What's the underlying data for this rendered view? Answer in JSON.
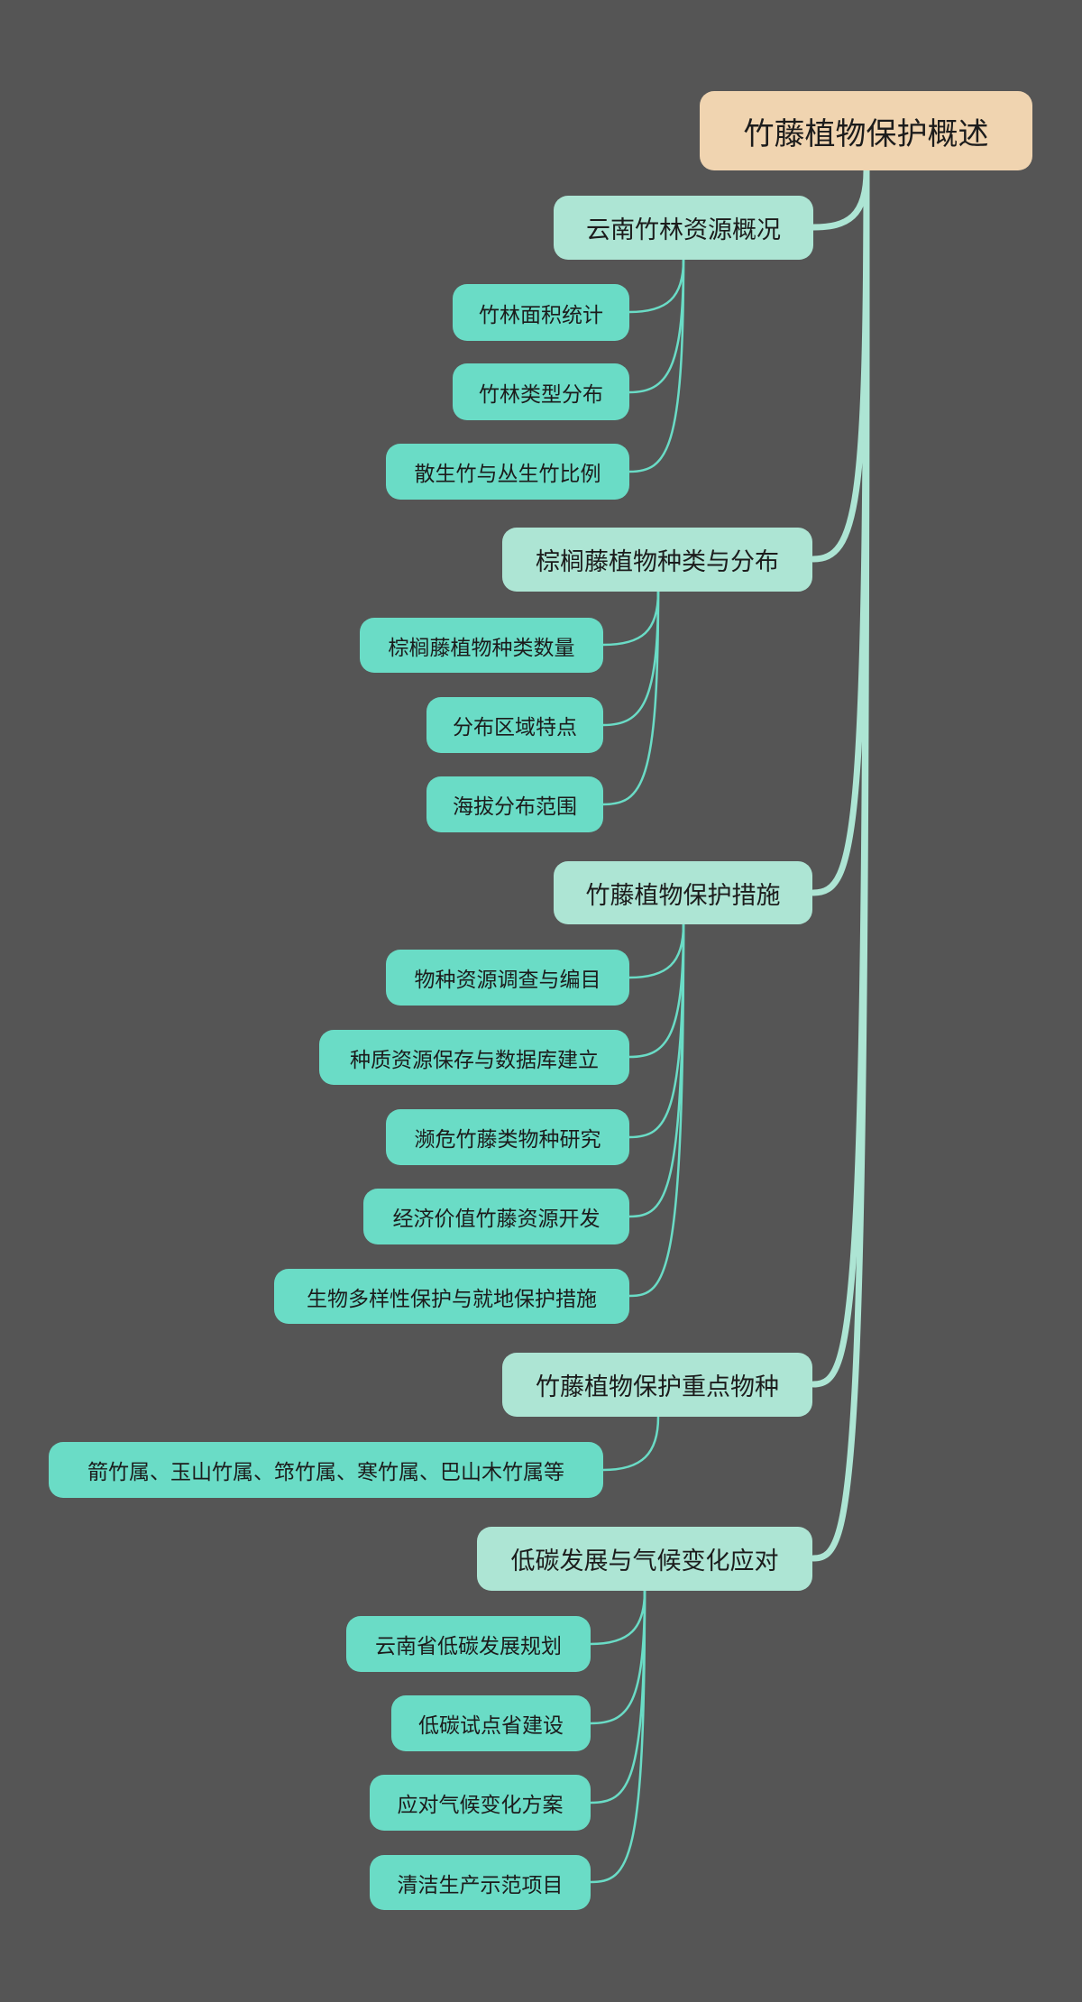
{
  "colors": {
    "background": "#555555",
    "root_fill": "#F0D4B0",
    "branch_fill": "#ADE5D4",
    "leaf_fill": "#6ADCC6",
    "trunk_line": "#ADE5D4",
    "leaf_line": "#6ADCC6"
  },
  "mindmap": {
    "root": {
      "label": "竹藤植物保护概述"
    },
    "branches": [
      {
        "label": "云南竹林资源概况",
        "children": [
          "竹林面积统计",
          "竹林类型分布",
          "散生竹与丛生竹比例"
        ]
      },
      {
        "label": "棕榈藤植物种类与分布",
        "children": [
          "棕榈藤植物种类数量",
          "分布区域特点",
          "海拔分布范围"
        ]
      },
      {
        "label": "竹藤植物保护措施",
        "children": [
          "物种资源调查与编目",
          "种质资源保存与数据库建立",
          "濒危竹藤类物种研究",
          "经济价值竹藤资源开发",
          "生物多样性保护与就地保护措施"
        ]
      },
      {
        "label": "竹藤植物保护重点物种",
        "children": [
          "箭竹属、玉山竹属、筇竹属、寒竹属、巴山木竹属等"
        ]
      },
      {
        "label": "低碳发展与气候变化应对",
        "children": [
          "云南省低碳发展规划",
          "低碳试点省建设",
          "应对气候变化方案",
          "清洁生产示范项目"
        ]
      }
    ]
  }
}
